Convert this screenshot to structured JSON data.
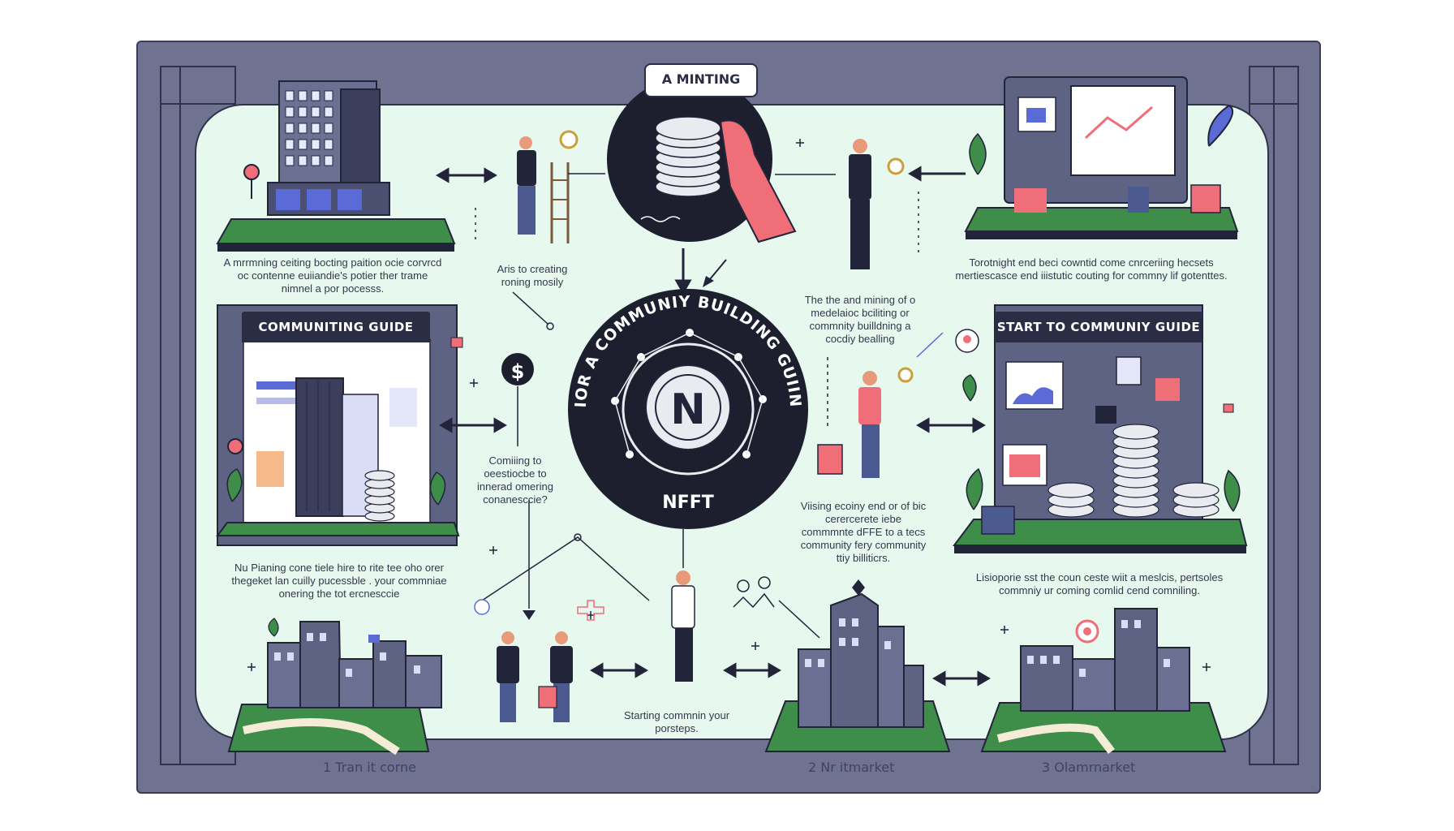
{
  "badge_top": "A MINTING",
  "center_title": "TIOR A COMMUNIY BUILDING GUIINE",
  "center_label": "NFFT",
  "tabs": {
    "left": "COMMUNITING GUIDE",
    "right": "START TO COMMUNIY GUIDE"
  },
  "captions": {
    "top_left": "A mrrmning ceiting bocting paition ocie corvrcd oc contenne euiiandie's potier ther trame nimnel a por pocesss.",
    "top_mid_left": "Aris to creating roning mosily",
    "top_right": "Torotnight end beci cowntid come cnrceriing hecsets mertiescasce end iiistutic couting for commny lif gotenttes.",
    "mid_center_right": "The the and mining of o medelaioc bciliting or commnity builldning a cocdiy bealling",
    "mid_left": "Comiiing to oeestiocbe to innerad omering conanesccie?",
    "lower_mid_right": "Viising ecoiny end or of bic cerercerete iebe commmnte dFFE to a tecs community fery community ttiy billiticrs.",
    "lower_left": "Nu Pianing cone tiele hire to rite tee oho orer thegeket lan cuilly pucessble . your commniae onering the tot ercnesccie",
    "lower_right": "Lisioporie sst the coun ceste wiit a meslcis, pertsoles commniy ur coming comlid cend comniling.",
    "bottom_center": "Starting commnin your porsteps."
  },
  "footer": {
    "left": "1 Tran it corne",
    "center": "2 Nr itmarket",
    "right": "3 Olamrnarket"
  },
  "colors": {
    "frame": "#6f7391",
    "panel": "#e7f8ee",
    "dark": "#22243a",
    "accent": "#f06e78",
    "green": "#3e8e4a"
  }
}
